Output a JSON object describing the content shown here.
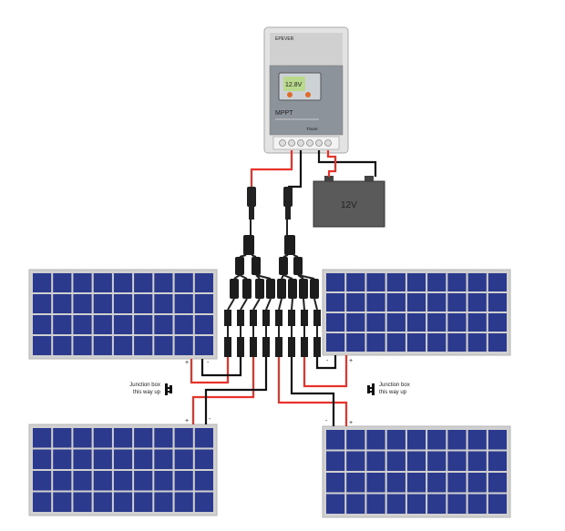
{
  "controller": {
    "brand": "EPEVER",
    "type_label": "MPPT",
    "model": "Tracer",
    "screen_text": "12.8V",
    "colors": {
      "body": "#dcdcdc",
      "faceplate": "#8a8f96",
      "screen": "#b9d98c"
    }
  },
  "battery": {
    "label": "12V",
    "color": "#595959"
  },
  "junction_notes": {
    "left": {
      "line1": "Junction box",
      "line2": "this way up"
    },
    "right": {
      "line1": "Junction box",
      "line2": "this way up"
    }
  },
  "terminals": {
    "positive": "+",
    "negative": "-"
  },
  "panels": [
    {
      "name": "top-left"
    },
    {
      "name": "top-right"
    },
    {
      "name": "bottom-left"
    },
    {
      "name": "bottom-right"
    }
  ],
  "colors": {
    "wire_positive": "#e8332b",
    "wire_negative": "#111111",
    "panel_cell": "#2b3a8c",
    "panel_frame": "#c8c8c8"
  }
}
